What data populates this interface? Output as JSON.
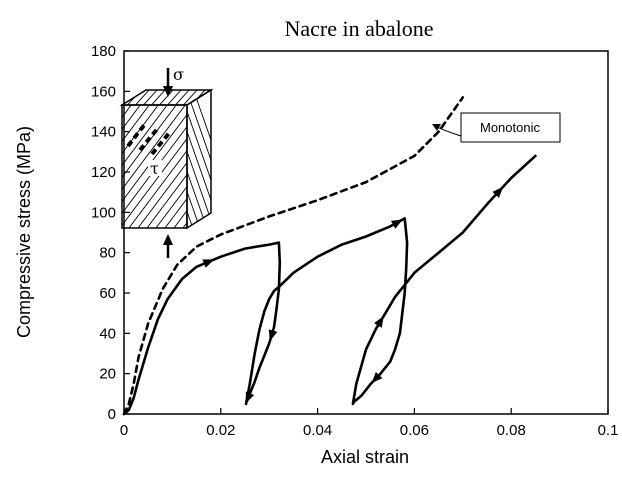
{
  "chart_data": {
    "type": "line",
    "title": "Nacre in abalone",
    "xlabel": "Axial strain",
    "ylabel": "Compressive stress  (MPa)",
    "xlim": [
      0,
      0.1
    ],
    "ylim": [
      0,
      180
    ],
    "x_ticks": [
      0,
      0.02,
      0.04,
      0.06,
      0.08,
      0.1
    ],
    "x_tick_labels": [
      "0",
      "0.02",
      "0.04",
      "0.06",
      "0.08",
      "0.1"
    ],
    "y_ticks": [
      0,
      20,
      40,
      60,
      80,
      100,
      120,
      140,
      160,
      180
    ],
    "y_tick_labels": [
      "0",
      "20",
      "40",
      "60",
      "80",
      "100",
      "120",
      "140",
      "160",
      "180"
    ],
    "grid": false,
    "series": [
      {
        "name": "Monotonic",
        "style": "dashed",
        "x": [
          0,
          0.001,
          0.002,
          0.003,
          0.005,
          0.008,
          0.011,
          0.015,
          0.02,
          0.03,
          0.04,
          0.05,
          0.06,
          0.065,
          0.07
        ],
        "y": [
          0,
          5,
          15,
          28,
          45,
          62,
          74,
          83,
          89,
          98,
          106,
          115,
          128,
          140,
          157
        ]
      },
      {
        "name": "",
        "style": "solid",
        "x": [
          0,
          0.001,
          0.002,
          0.003,
          0.005,
          0.007,
          0.009,
          0.012,
          0.015,
          0.02,
          0.025,
          0.03,
          0.032,
          0.0322,
          0.032,
          0.0315,
          0.031,
          0.03,
          0.029,
          0.028,
          0.027,
          0.026,
          0.0253,
          0.0252,
          0.026,
          0.027,
          0.028,
          0.029,
          0.03,
          0.031,
          0.032,
          0.035,
          0.04,
          0.045,
          0.05,
          0.055,
          0.058,
          0.0585,
          0.0583,
          0.058,
          0.0575,
          0.057,
          0.056,
          0.055,
          0.053,
          0.051,
          0.049,
          0.0475,
          0.0473,
          0.048,
          0.05,
          0.052,
          0.054,
          0.056,
          0.058,
          0.06,
          0.065,
          0.07,
          0.075,
          0.08,
          0.085
        ],
        "y": [
          0,
          2,
          8,
          17,
          33,
          47,
          57,
          67,
          73,
          78,
          82,
          84,
          85,
          75,
          62,
          52,
          43,
          35,
          29,
          23,
          16,
          10,
          6,
          5,
          15,
          30,
          42,
          51,
          57,
          61,
          63,
          70,
          78,
          84,
          88,
          93,
          97,
          85,
          72,
          60,
          50,
          40,
          32,
          26,
          20,
          15,
          9,
          6,
          5,
          15,
          32,
          42,
          50,
          58,
          64,
          70,
          80,
          90,
          104,
          117,
          128
        ]
      }
    ]
  },
  "inset": {
    "stress_symbol": "σ",
    "shear_symbol": "τ"
  },
  "annotation": {
    "label": "Monotonic"
  }
}
